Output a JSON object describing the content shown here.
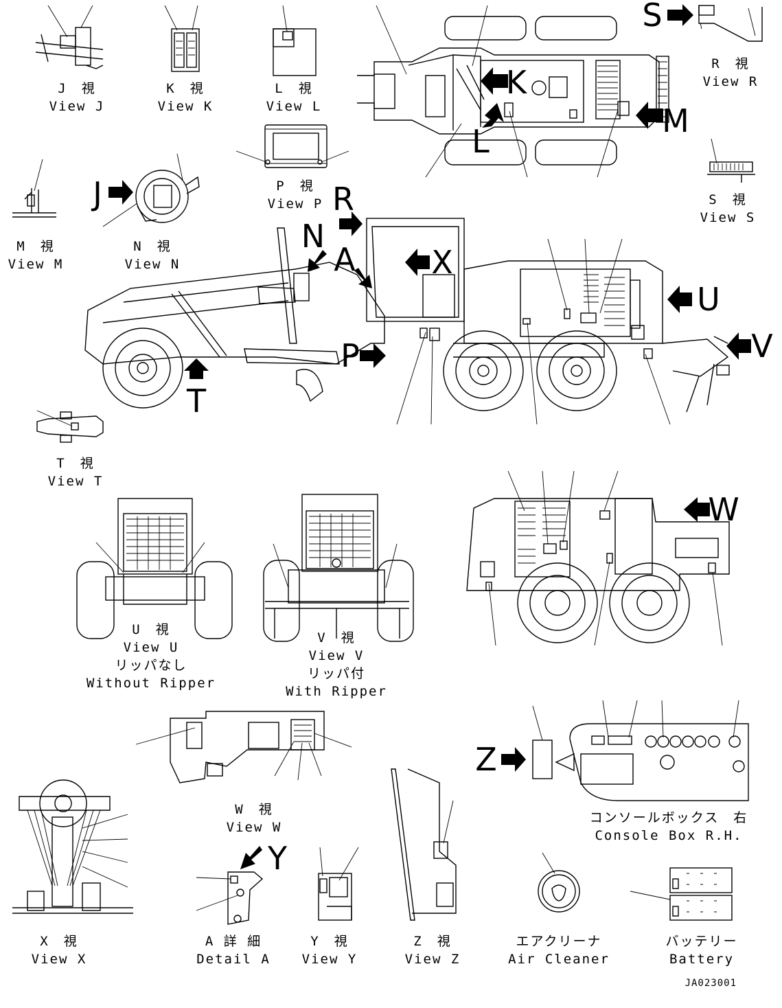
{
  "document_id": "JA023001",
  "view_labels": [
    {
      "id": "J",
      "jp": "J　視",
      "en": "View J"
    },
    {
      "id": "K",
      "jp": "K　視",
      "en": "View K"
    },
    {
      "id": "L",
      "jp": "L　視",
      "en": "View L"
    },
    {
      "id": "R",
      "jp": "R　視",
      "en": "View R"
    },
    {
      "id": "P",
      "jp": "P　視",
      "en": "View P"
    },
    {
      "id": "S",
      "jp": "S　視",
      "en": "View S"
    },
    {
      "id": "M",
      "jp": "M　視",
      "en": "View M"
    },
    {
      "id": "N",
      "jp": "N　視",
      "en": "View N"
    },
    {
      "id": "T",
      "jp": "T　視",
      "en": "View T"
    },
    {
      "id": "U",
      "jp": "U　視",
      "en": "View U",
      "jp2": "リッパなし",
      "en2": "Without Ripper"
    },
    {
      "id": "V",
      "jp": "V　視",
      "en": "View V",
      "jp2": "リッパ付",
      "en2": "With Ripper"
    },
    {
      "id": "W",
      "jp": "W　視",
      "en": "View W"
    },
    {
      "id": "X",
      "jp": "X　視",
      "en": "View X"
    },
    {
      "id": "A",
      "jp": "A 詳 細",
      "en": "Detail A"
    },
    {
      "id": "Y",
      "jp": "Y　視",
      "en": "View Y"
    },
    {
      "id": "Z",
      "jp": "Z　視",
      "en": "View Z"
    },
    {
      "id": "console",
      "jp": "コンソールボックス　右",
      "en": "Console Box R.H."
    },
    {
      "id": "air",
      "jp": "エアクリーナ",
      "en": "Air Cleaner"
    },
    {
      "id": "battery",
      "jp": "バッテリー",
      "en": "Battery"
    }
  ],
  "arrow_letters": [
    "S",
    "K",
    "L",
    "M",
    "J",
    "R",
    "N",
    "A",
    "X",
    "U",
    "V",
    "P",
    "T",
    "W",
    "Y",
    "Z"
  ]
}
